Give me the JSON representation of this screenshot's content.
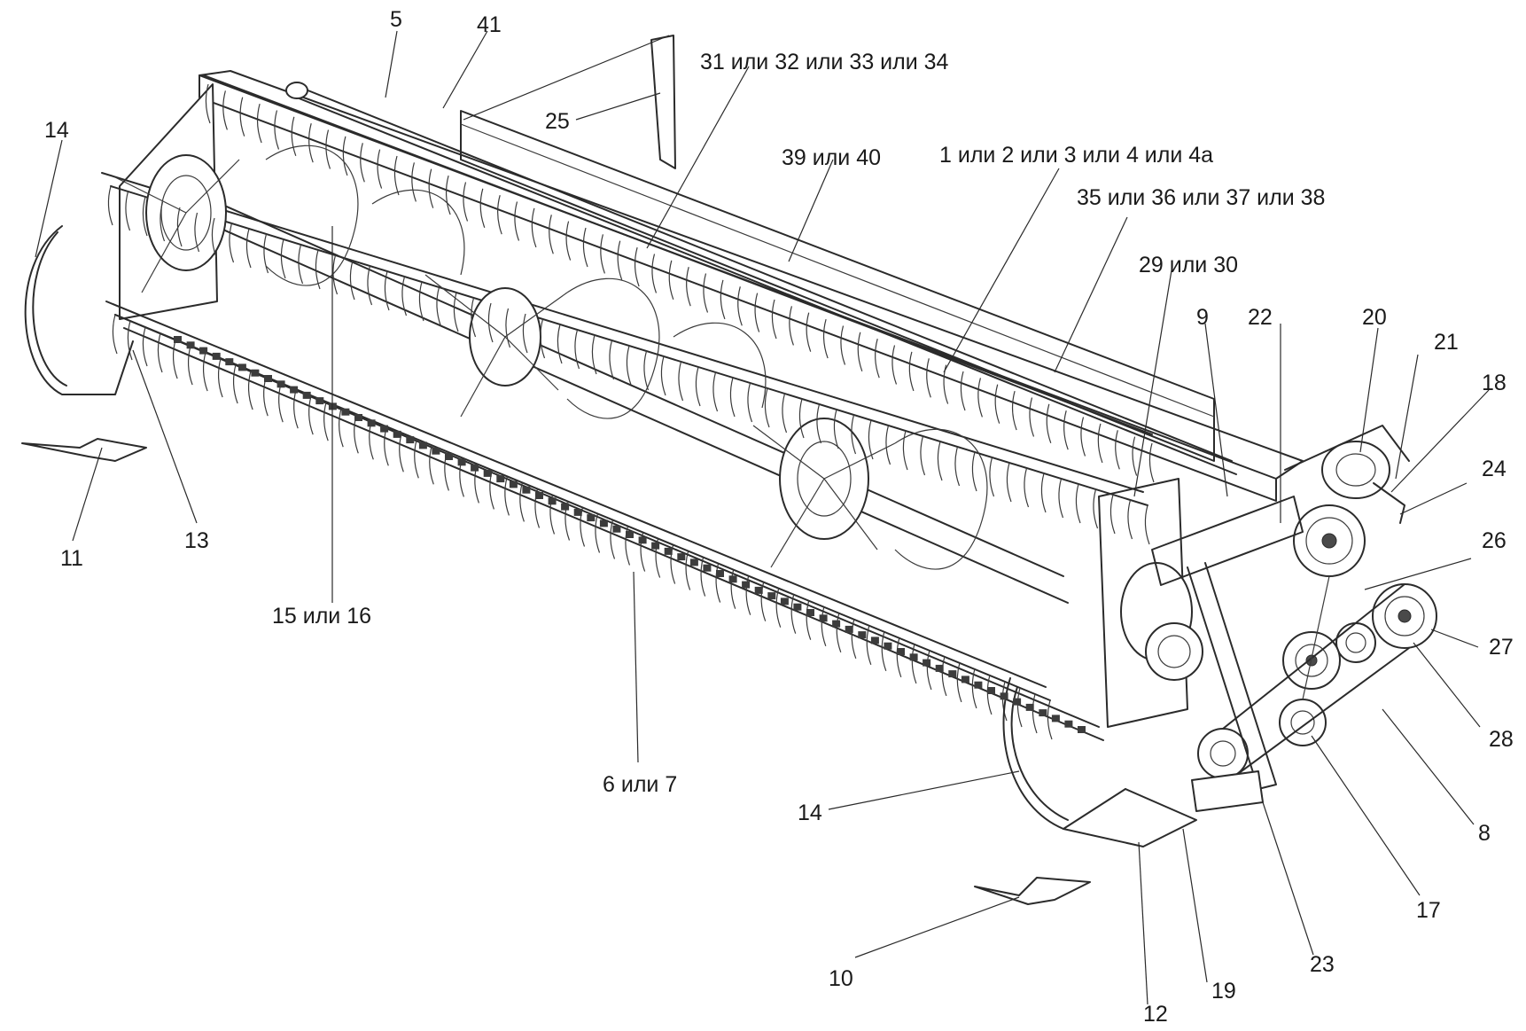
{
  "callouts": [
    {
      "id": "c5",
      "text": "5"
    },
    {
      "id": "c41",
      "text": "41"
    },
    {
      "id": "c31",
      "text": "31 или 32 или 33 или 34"
    },
    {
      "id": "c25",
      "text": "25"
    },
    {
      "id": "c14a",
      "text": "14"
    },
    {
      "id": "c39",
      "text": "39 или 40"
    },
    {
      "id": "c1",
      "text": "1 или 2 или 3 или 4 или 4а"
    },
    {
      "id": "c35",
      "text": "35 или 36 или 37 или 38"
    },
    {
      "id": "c29",
      "text": "29 или 30"
    },
    {
      "id": "c9",
      "text": "9"
    },
    {
      "id": "c22",
      "text": "22"
    },
    {
      "id": "c20",
      "text": "20"
    },
    {
      "id": "c21",
      "text": "21"
    },
    {
      "id": "c18",
      "text": "18"
    },
    {
      "id": "c24",
      "text": "24"
    },
    {
      "id": "c26",
      "text": "26"
    },
    {
      "id": "c27",
      "text": "27"
    },
    {
      "id": "c28",
      "text": "28"
    },
    {
      "id": "c8",
      "text": "8"
    },
    {
      "id": "c17",
      "text": "17"
    },
    {
      "id": "c23",
      "text": "23"
    },
    {
      "id": "c19",
      "text": "19"
    },
    {
      "id": "c12",
      "text": "12"
    },
    {
      "id": "c10",
      "text": "10"
    },
    {
      "id": "c14b",
      "text": "14"
    },
    {
      "id": "c6",
      "text": "6 или 7"
    },
    {
      "id": "c15",
      "text": "15 или 16"
    },
    {
      "id": "c13",
      "text": "13"
    },
    {
      "id": "c11",
      "text": "11"
    }
  ]
}
